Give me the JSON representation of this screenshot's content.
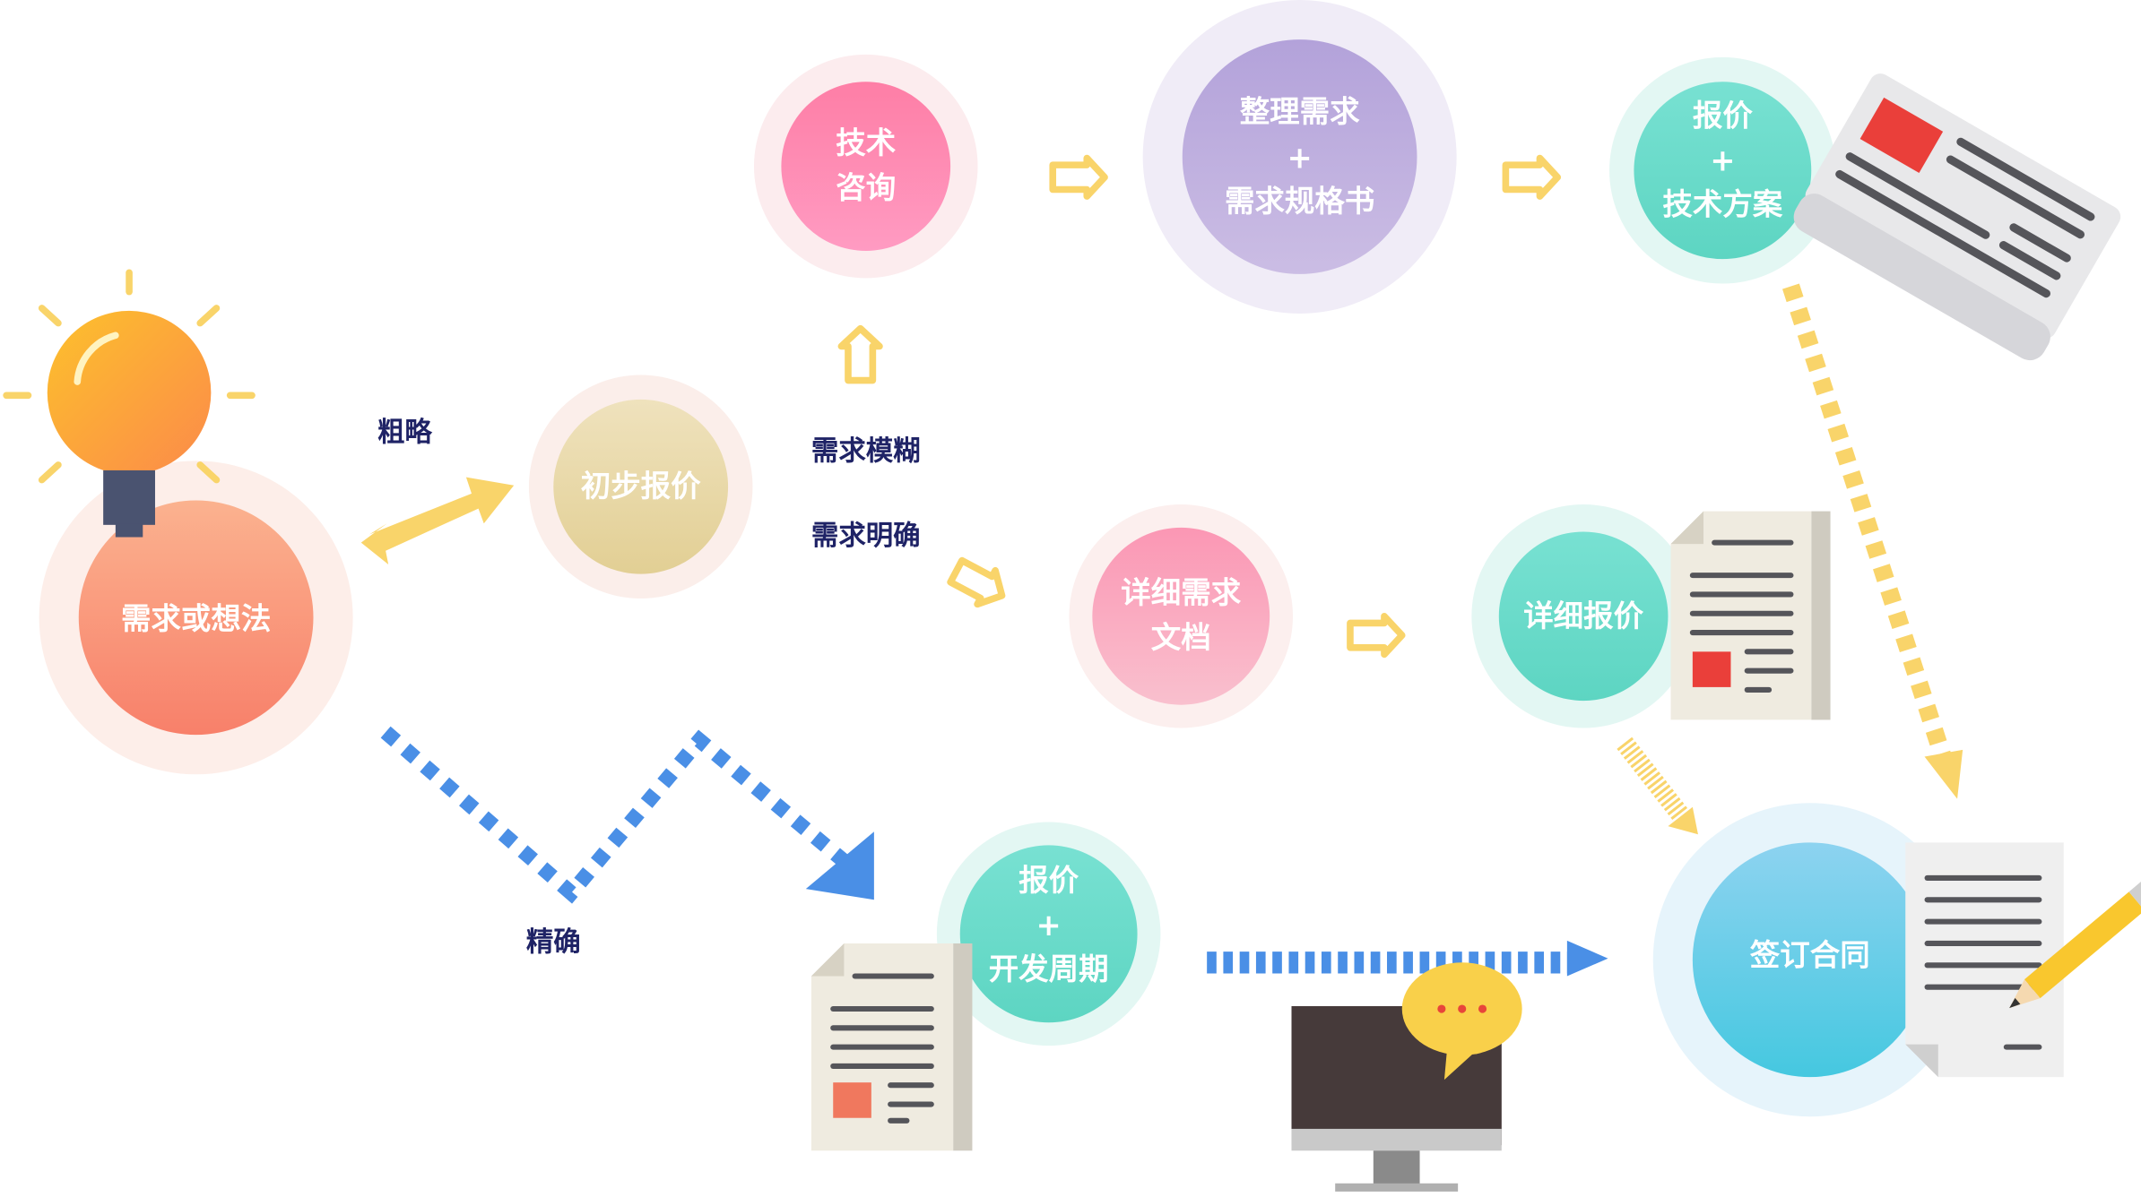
{
  "nodes": {
    "idea": {
      "label": "需求或想法",
      "color": "#f98d6c"
    },
    "initial_quote": {
      "label": "初步报价",
      "color": "#e6d4a0"
    },
    "tech_consult": {
      "line1": "技术",
      "line2": "咨询",
      "color": "#ff85ad"
    },
    "organize": {
      "line1": "整理需求",
      "line2": "+",
      "line3": "需求规格书",
      "color": "#b6a4da"
    },
    "quote_tech": {
      "line1": "报价",
      "line2": "+",
      "line3": "技术方案",
      "color": "#66dbc8"
    },
    "detail_doc": {
      "line1": "详细需求",
      "line2": "文档",
      "color": "#f8a3bb"
    },
    "detail_quote": {
      "label": "详细报价",
      "color": "#66dbc8"
    },
    "quote_cycle": {
      "line1": "报价",
      "line2": "+",
      "line3": "开发周期",
      "color": "#66dbc8"
    },
    "contract": {
      "label": "签订合同",
      "color": "#55c8e6"
    }
  },
  "labels": {
    "rough": "粗略",
    "vague": "需求模糊",
    "clear": "需求明确",
    "precise": "精确"
  },
  "colors": {
    "yellow_arrow": "#f9d46a",
    "blue_arrow": "#4a8fe6",
    "text_dark": "#1f2366"
  }
}
